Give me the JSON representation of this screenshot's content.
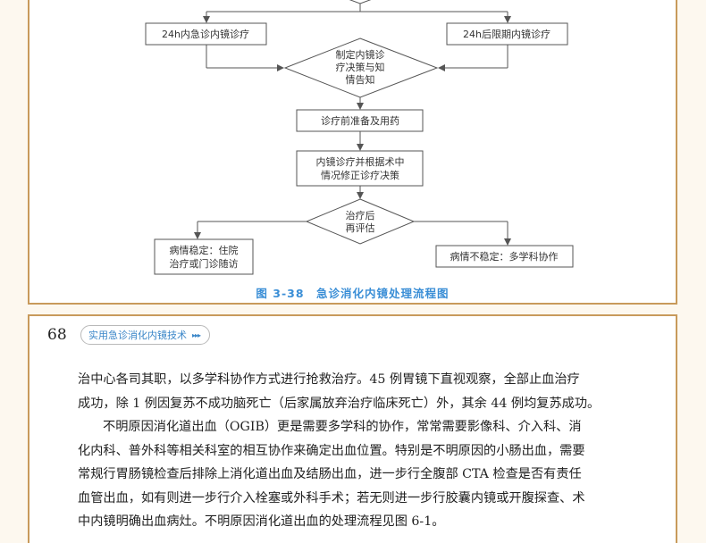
{
  "flowchart": {
    "node_left": "24h内急诊内镜诊疗",
    "node_right": "24h后限期内镜诊疗",
    "decision1": [
      "制定内镜诊",
      "疗决策与知",
      "情告知"
    ],
    "node_prep": "诊疗前准备及用药",
    "node_endo": [
      "内镜诊疗并根据术中",
      "情况修正诊疗决策"
    ],
    "decision2": [
      "治疗后",
      "再评估"
    ],
    "node_stable": [
      "病情稳定：住院",
      "治疗或门诊随访"
    ],
    "node_unstable": "病情不稳定：多学科协作"
  },
  "figure_caption": "图 3-38　急诊消化内镜处理流程图",
  "header": {
    "page_number": "68",
    "book_title": "实用急诊消化内镜技术",
    "arrows": "▸▸▸"
  },
  "body": {
    "para1_line1": "治中心各司其职，以多学科协作方式进行抢救治疗。45 例胃镜下直视观察，全部止血治疗",
    "para1_line2": "成功，除 1 例因复苏不成功脑死亡（后家属放弃治疗临床死亡）外，其余 44 例均复苏成功。",
    "para2_line1": "不明原因消化道出血（OGIB）更是需要多学科的协作，常常需要影像科、介入科、消",
    "para2_line2": "化内科、普外科等相关科室的相互协作来确定出血位置。特别是不明原因的小肠出血，需要",
    "para2_line3": "常规行胃肠镜检查后排除上消化道出血及结肠出血，进一步行全腹部 CTA 检查是否有责任",
    "para2_line4": "血管出血，如有则进一步行介入栓塞或外科手术；若无则进一步行胶囊内镜或开腹探查、术",
    "para2_line5": "中内镜明确出血病灶。不明原因消化道出血的处理流程见图 6-1。"
  },
  "colors": {
    "frame": "#c89a5b",
    "caption": "#3a8ed6",
    "node_border": "#555555",
    "page_bg": "#fdf8ef"
  }
}
